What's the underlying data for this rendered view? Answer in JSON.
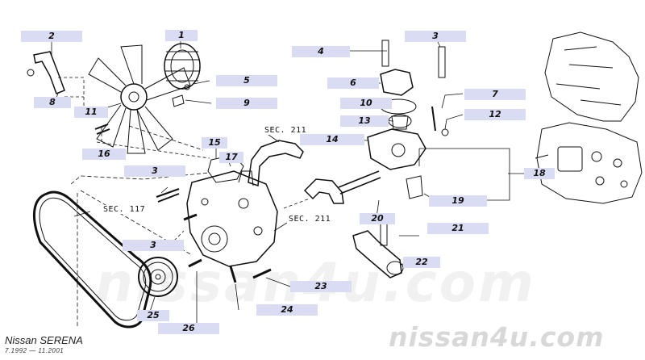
{
  "diagram": {
    "brand": "Nissan SERENA",
    "period": "7.1992 — 11.2001",
    "watermark": "nissan4u.com",
    "watermark_small": "nissan4u.com",
    "section_refs": {
      "sec211_upper": "SEC. 211",
      "sec211_lower": "SEC. 211",
      "sec117": "SEC. 117"
    },
    "callouts": {
      "c1": "1",
      "c2": "2",
      "c3a": "3",
      "c3b": "3",
      "c3c": "3",
      "c4": "4",
      "c5": "5",
      "c6": "6",
      "c7": "7",
      "c8": "8",
      "c9": "9",
      "c10": "10",
      "c11": "11",
      "c12": "12",
      "c13": "13",
      "c14": "14",
      "c15": "15",
      "c16": "16",
      "c17": "17",
      "c18": "18",
      "c19": "19",
      "c20": "20",
      "c21": "21",
      "c22": "22",
      "c23": "23",
      "c24": "24",
      "c25": "25",
      "c26": "26"
    }
  }
}
